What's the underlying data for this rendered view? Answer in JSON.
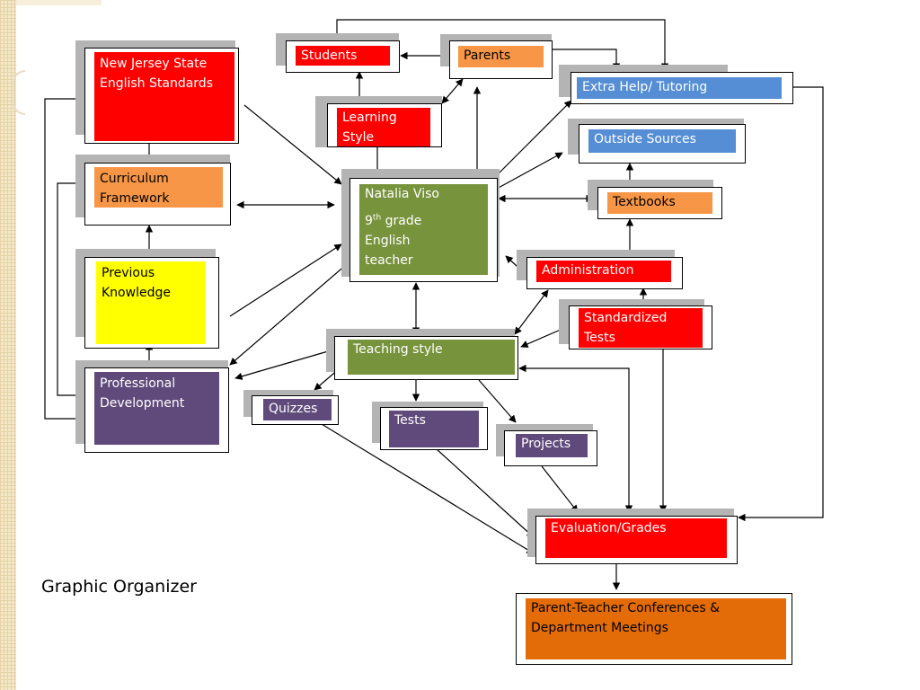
{
  "diagram": {
    "nodes": {
      "nj_standards": "New Jersey State English Standards",
      "curriculum": "Curriculum Framework",
      "previous_knowledge": "Previous Knowledge",
      "prof_dev": "Professional Development",
      "students": "Students",
      "parents": "Parents",
      "learning_style": "Learning Style",
      "teacher_name": "Natalia Viso",
      "teacher_grade_num": "9",
      "teacher_grade_sup": "th",
      "teacher_grade_rest": " grade",
      "teacher_role_1": "English",
      "teacher_role_2": "teacher",
      "extra_help": "Extra Help/ Tutoring",
      "outside_sources": "Outside Sources",
      "textbooks": "Textbooks",
      "administration": "Administration",
      "standardized_tests": "Standardized Tests",
      "teaching_style": "Teaching style",
      "quizzes": "Quizzes",
      "tests": "Tests",
      "projects": "Projects",
      "evaluation": "Evaluation/Grades",
      "conferences": "Parent-Teacher Conferences & Department Meetings"
    },
    "colors": {
      "red": "#ff0000",
      "orange": "#f79646",
      "blue": "#558ed5",
      "green": "#77933c",
      "purple": "#604a7b",
      "yellow": "#ffff00",
      "dark_orange": "#e36c09",
      "shadow": "#b4b4b4"
    }
  },
  "caption": "Graphic Organizer"
}
